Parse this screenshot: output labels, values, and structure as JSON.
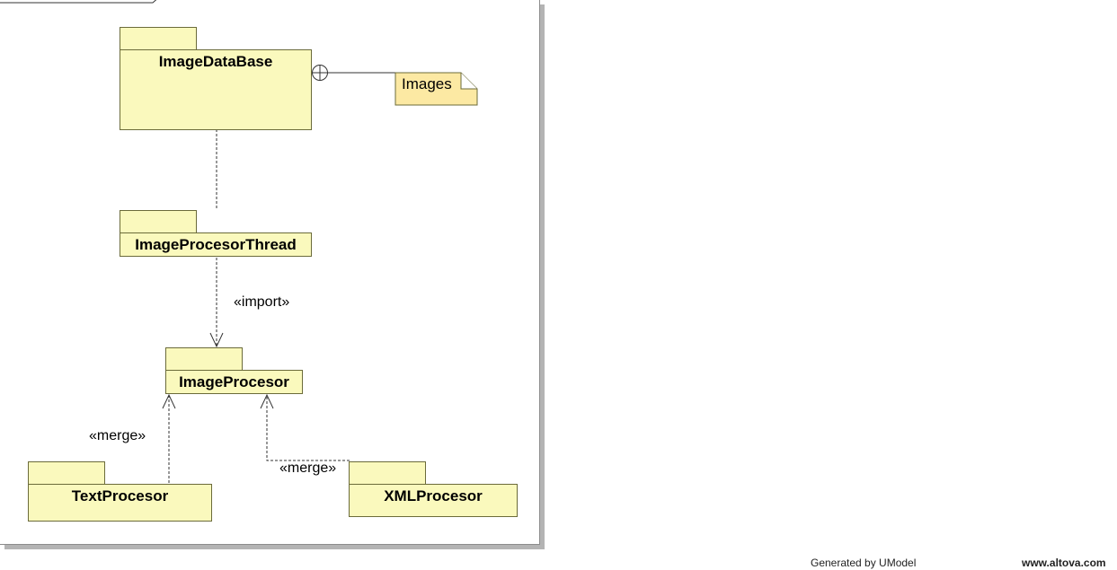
{
  "diagram": {
    "packages": {
      "image_database": "ImageDataBase",
      "image_procesor_thread": "ImageProcesorThread",
      "image_procesor": "ImageProcesor",
      "text_procesor": "TextProcesor",
      "xml_procesor": "XMLProcesor"
    },
    "note": {
      "label": "Images"
    },
    "stereotypes": {
      "import": "«import»",
      "merge_text": "«merge»",
      "merge_xml": "«merge»"
    },
    "colors": {
      "package_fill": "#faf9bd",
      "package_border": "#6b6b3a",
      "note_fill": "#fce9a3",
      "line": "#333333"
    }
  },
  "footer": {
    "generated_by": "Generated by UModel",
    "website": "www.altova.com"
  }
}
